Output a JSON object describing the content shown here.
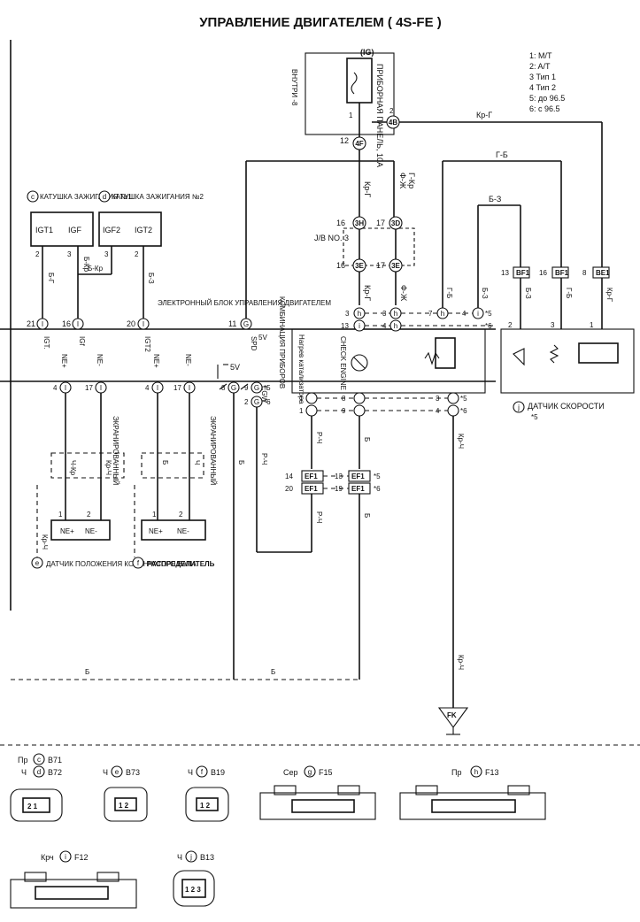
{
  "title": "УПРАВЛЕНИЕ ДВИГАТЕЛЕМ ( 4S-FE )",
  "legend": [
    "1: M/T",
    "2: A/T",
    "3  Тип 1",
    "4  Тип 2",
    "5: до 96.5",
    "6: с 96.5"
  ],
  "components": {
    "fuse_ig": "(IG)",
    "fuse_name": "ПРИБОРНАЯ ПАНЕЛЬ, 10A",
    "fuse_inside": "ВНУТРИ -8",
    "ignition_coil_1": "КАТУШКА ЗАЖИГАНИЯ №1",
    "ignition_coil_2": "КАТУШКА ЗАЖИГАНИЯ №2",
    "coil1_pins": [
      "IGT1",
      "IGF"
    ],
    "coil2_pins": [
      "IGF2",
      "IGT2"
    ],
    "ecu": "ЭЛЕКТРОННЫЙ БЛОК УПРАВЛЕНИЯ ДВИГАТЕЛЕМ",
    "ecu_pins": [
      "IGT.",
      "IGf",
      "IGT2"
    ],
    "instrument_cluster": "КОМБИНАЦИЯ ПРИБОРОВ",
    "check_engine": "CHECK ENGINE",
    "heater_indicator": "Нагрев катализатора",
    "speed_sensor": "ДАТЧИК СКОРОСТИ",
    "speed_sensor_note": "*5",
    "jb": "J/B NO. 3",
    "crank_sensor": "ДАТЧИК ПОЛОЖЕНИЯ КОЛЕНЧАТОГО ВАЛА",
    "distributor": "РАСПРЕДЕЛИТЕЛЬ",
    "shielded": "ЭКРАНИРОВАННЫЙ",
    "ground": "FK",
    "ne_plus": "NE+",
    "ne_minus": "NE-",
    "spd": "SPD",
    "egw": "EGW",
    "v5": "5V"
  },
  "wire_colors": [
    "Кр-Г",
    "Г-Б",
    "Б-З",
    "Ф-Ж",
    "Г-Кр",
    "Б-Г",
    "Б-Кр",
    "Б-З",
    "Р-Ч",
    "Б",
    "Кр-Ч",
    "Ч-Кр",
    "Кр-Ч"
  ],
  "connectors": [
    {
      "label": "Пр",
      "letter": "c",
      "code": "B71"
    },
    {
      "label": "Ч",
      "letter": "d",
      "code": "B72"
    },
    {
      "label": "Ч",
      "letter": "e",
      "code": "B73"
    },
    {
      "label": "Ч",
      "letter": "f",
      "code": "B19"
    },
    {
      "label": "Сер",
      "letter": "g",
      "code": "F15"
    },
    {
      "label": "Пр",
      "letter": "h",
      "code": "F13"
    },
    {
      "label": "Крч",
      "letter": "i",
      "code": "F12"
    },
    {
      "label": "Ч",
      "letter": "j",
      "code": "B13"
    }
  ]
}
